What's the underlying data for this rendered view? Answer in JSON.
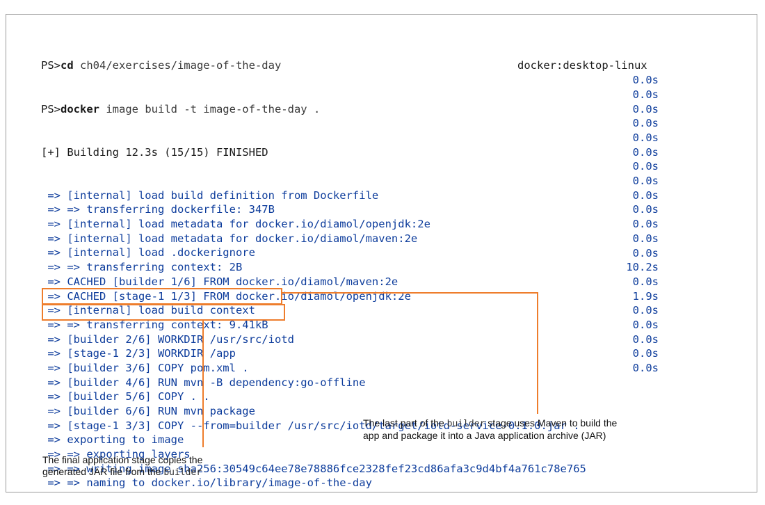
{
  "terminal": {
    "prompts": [
      {
        "prompt": "PS>",
        "command": "cd",
        "args": " ch04/exercises/image-of-the-day"
      },
      {
        "prompt": "PS>",
        "command": "docker",
        "args": " image build -t image-of-the-day ."
      }
    ],
    "status_line": {
      "text": "[+] Building 12.3s (15/15) FINISHED",
      "tag": "docker:desktop-linux"
    },
    "steps": [
      {
        "text": " => [internal] load build definition from Dockerfile",
        "time": "0.0s"
      },
      {
        "text": " => => transferring dockerfile: 347B",
        "time": "0.0s"
      },
      {
        "text": " => [internal] load metadata for docker.io/diamol/openjdk:2e",
        "time": "0.0s"
      },
      {
        "text": " => [internal] load metadata for docker.io/diamol/maven:2e",
        "time": "0.0s"
      },
      {
        "text": " => [internal] load .dockerignore",
        "time": "0.0s"
      },
      {
        "text": " => => transferring context: 2B",
        "time": "0.0s"
      },
      {
        "text": " => CACHED [builder 1/6] FROM docker.io/diamol/maven:2e",
        "time": "0.0s"
      },
      {
        "text": " => CACHED [stage-1 1/3] FROM docker.io/diamol/openjdk:2e",
        "time": "0.0s"
      },
      {
        "text": " => [internal] load build context",
        "time": "0.0s"
      },
      {
        "text": " => => transferring context: 9.41kB",
        "time": "0.0s"
      },
      {
        "text": " => [builder 2/6] WORKDIR /usr/src/iotd",
        "time": "0.0s"
      },
      {
        "text": " => [stage-1 2/3] WORKDIR /app",
        "time": "0.0s"
      },
      {
        "text": " => [builder 3/6] COPY pom.xml .",
        "time": "0.0s"
      },
      {
        "text": " => [builder 4/6] RUN mvn -B dependency:go-offline",
        "time": "10.2s"
      },
      {
        "text": " => [builder 5/6] COPY . .",
        "time": "0.0s"
      },
      {
        "text": " => [builder 6/6] RUN mvn package",
        "time": "1.9s"
      },
      {
        "text": " => [stage-1 3/3] COPY --from=builder /usr/src/iotd/target/iotd-service-0.1.0.jar .",
        "time": "0.0s"
      },
      {
        "text": " => exporting to image",
        "time": "0.0s"
      },
      {
        "text": " => => exporting layers",
        "time": "0.0s"
      },
      {
        "text": " => => writing image sha256:30549c64ee78e78886fce2328fef23cd86afa3c9d4bf4a761c78e765",
        "time": "0.0s"
      },
      {
        "text": " => => naming to docker.io/library/image-of-the-day",
        "time": "0.0s"
      }
    ]
  },
  "annotations": {
    "builder_note": {
      "line1_pre": "The last part of the ",
      "line1_code": "builder",
      "line1_post": " stage uses Maven to build the",
      "line2": "app and package it into a Java application archive (JAR)"
    },
    "final_note": {
      "line1": "The final application stage copies the",
      "line2_pre": "generated JAR file from the ",
      "line2_code": "builder"
    }
  },
  "colors": {
    "accent": "#ee7d2c",
    "log_blue": "#0e3d9c"
  }
}
